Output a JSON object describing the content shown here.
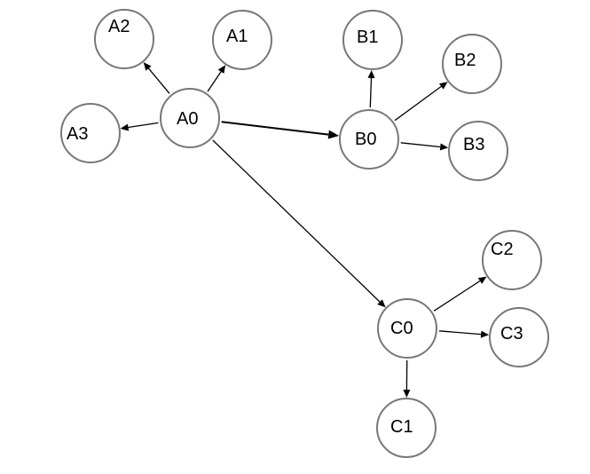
{
  "nodes": {
    "A0": "A0",
    "A1": "A1",
    "A2": "A2",
    "A3": "A3",
    "B0": "B0",
    "B1": "B1",
    "B2": "B2",
    "B3": "B3",
    "C0": "C0",
    "C1": "C1",
    "C2": "C2",
    "C3": "C3"
  },
  "edges": [
    {
      "from": "A0",
      "to": "A1"
    },
    {
      "from": "A0",
      "to": "A2"
    },
    {
      "from": "A0",
      "to": "A3"
    },
    {
      "from": "A0",
      "to": "B0"
    },
    {
      "from": "A0",
      "to": "C0"
    },
    {
      "from": "B0",
      "to": "B1"
    },
    {
      "from": "B0",
      "to": "B2"
    },
    {
      "from": "B0",
      "to": "B3"
    },
    {
      "from": "C0",
      "to": "C1"
    },
    {
      "from": "C0",
      "to": "C2"
    },
    {
      "from": "C0",
      "to": "C3"
    }
  ],
  "colors": {
    "node_stroke": "#777777",
    "node_fill": "#ffffff",
    "edge": "#000000",
    "text": "#000000"
  }
}
